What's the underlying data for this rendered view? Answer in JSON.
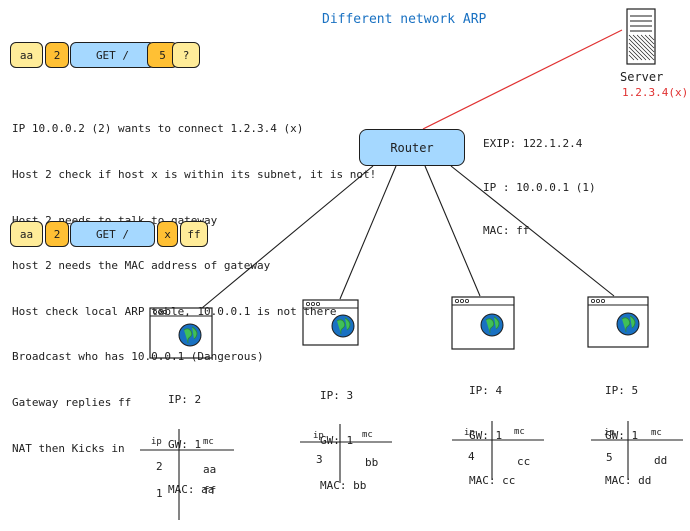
{
  "title": "Different network ARP",
  "frame_before": {
    "src_mac": "aa",
    "src_ip": "2",
    "payload": "GET /",
    "dst_ip": "5",
    "dst_mac": "?"
  },
  "frame_after": {
    "src_mac": "aa",
    "src_ip": "2",
    "payload": "GET /",
    "dst_ip": "x",
    "dst_mac": "ff"
  },
  "notes": [
    "IP 10.0.0.2 (2) wants to connect 1.2.3.4 (x)",
    "Host 2 check if host x is within its subnet, it is not!",
    "Host 2 needs to talk to gateway",
    "host 2 needs the MAC address of gateway",
    "Host check local ARP table, 10.0.0.1 is not there",
    "Broadcast who has 10.0.0.1 (Dangerous)",
    "Gateway replies ff",
    "NAT then Kicks in"
  ],
  "router": {
    "label": "Router",
    "info": [
      "EXIP: 122.1.2.4",
      "IP : 10.0.0.1 (1)",
      "MAC: ff"
    ]
  },
  "server": {
    "label": "Server",
    "ip": "1.2.3.4(x)"
  },
  "hosts": [
    {
      "ip": "IP: 2",
      "gw": "GW: 1",
      "mac": "MAC: aa",
      "arp": {
        "h_ip": "ip",
        "h_mac": "mc",
        "rows": [
          [
            "2",
            "aa"
          ],
          [
            "1",
            "ff"
          ]
        ]
      }
    },
    {
      "ip": "IP: 3",
      "gw": "GW: 1",
      "mac": "MAC: bb",
      "arp": {
        "h_ip": "ip",
        "h_mac": "mc",
        "rows": [
          [
            "3",
            "bb"
          ]
        ]
      }
    },
    {
      "ip": "IP: 4",
      "gw": "GW: 1",
      "mac": "MAC: cc",
      "arp": {
        "h_ip": "ip",
        "h_mac": "mc",
        "rows": [
          [
            "4",
            "cc"
          ]
        ]
      }
    },
    {
      "ip": "IP: 5",
      "gw": "GW: 1",
      "mac": "MAC: dd",
      "arp": {
        "h_ip": "ip",
        "h_mac": "mc",
        "rows": [
          [
            "5",
            "dd"
          ]
        ]
      }
    }
  ],
  "colors": {
    "title": "#1971c2",
    "server_ip": "#e03131",
    "frame_yellow": "#ffec99",
    "frame_orange": "#ffc034",
    "frame_blue": "#a5d8ff"
  }
}
